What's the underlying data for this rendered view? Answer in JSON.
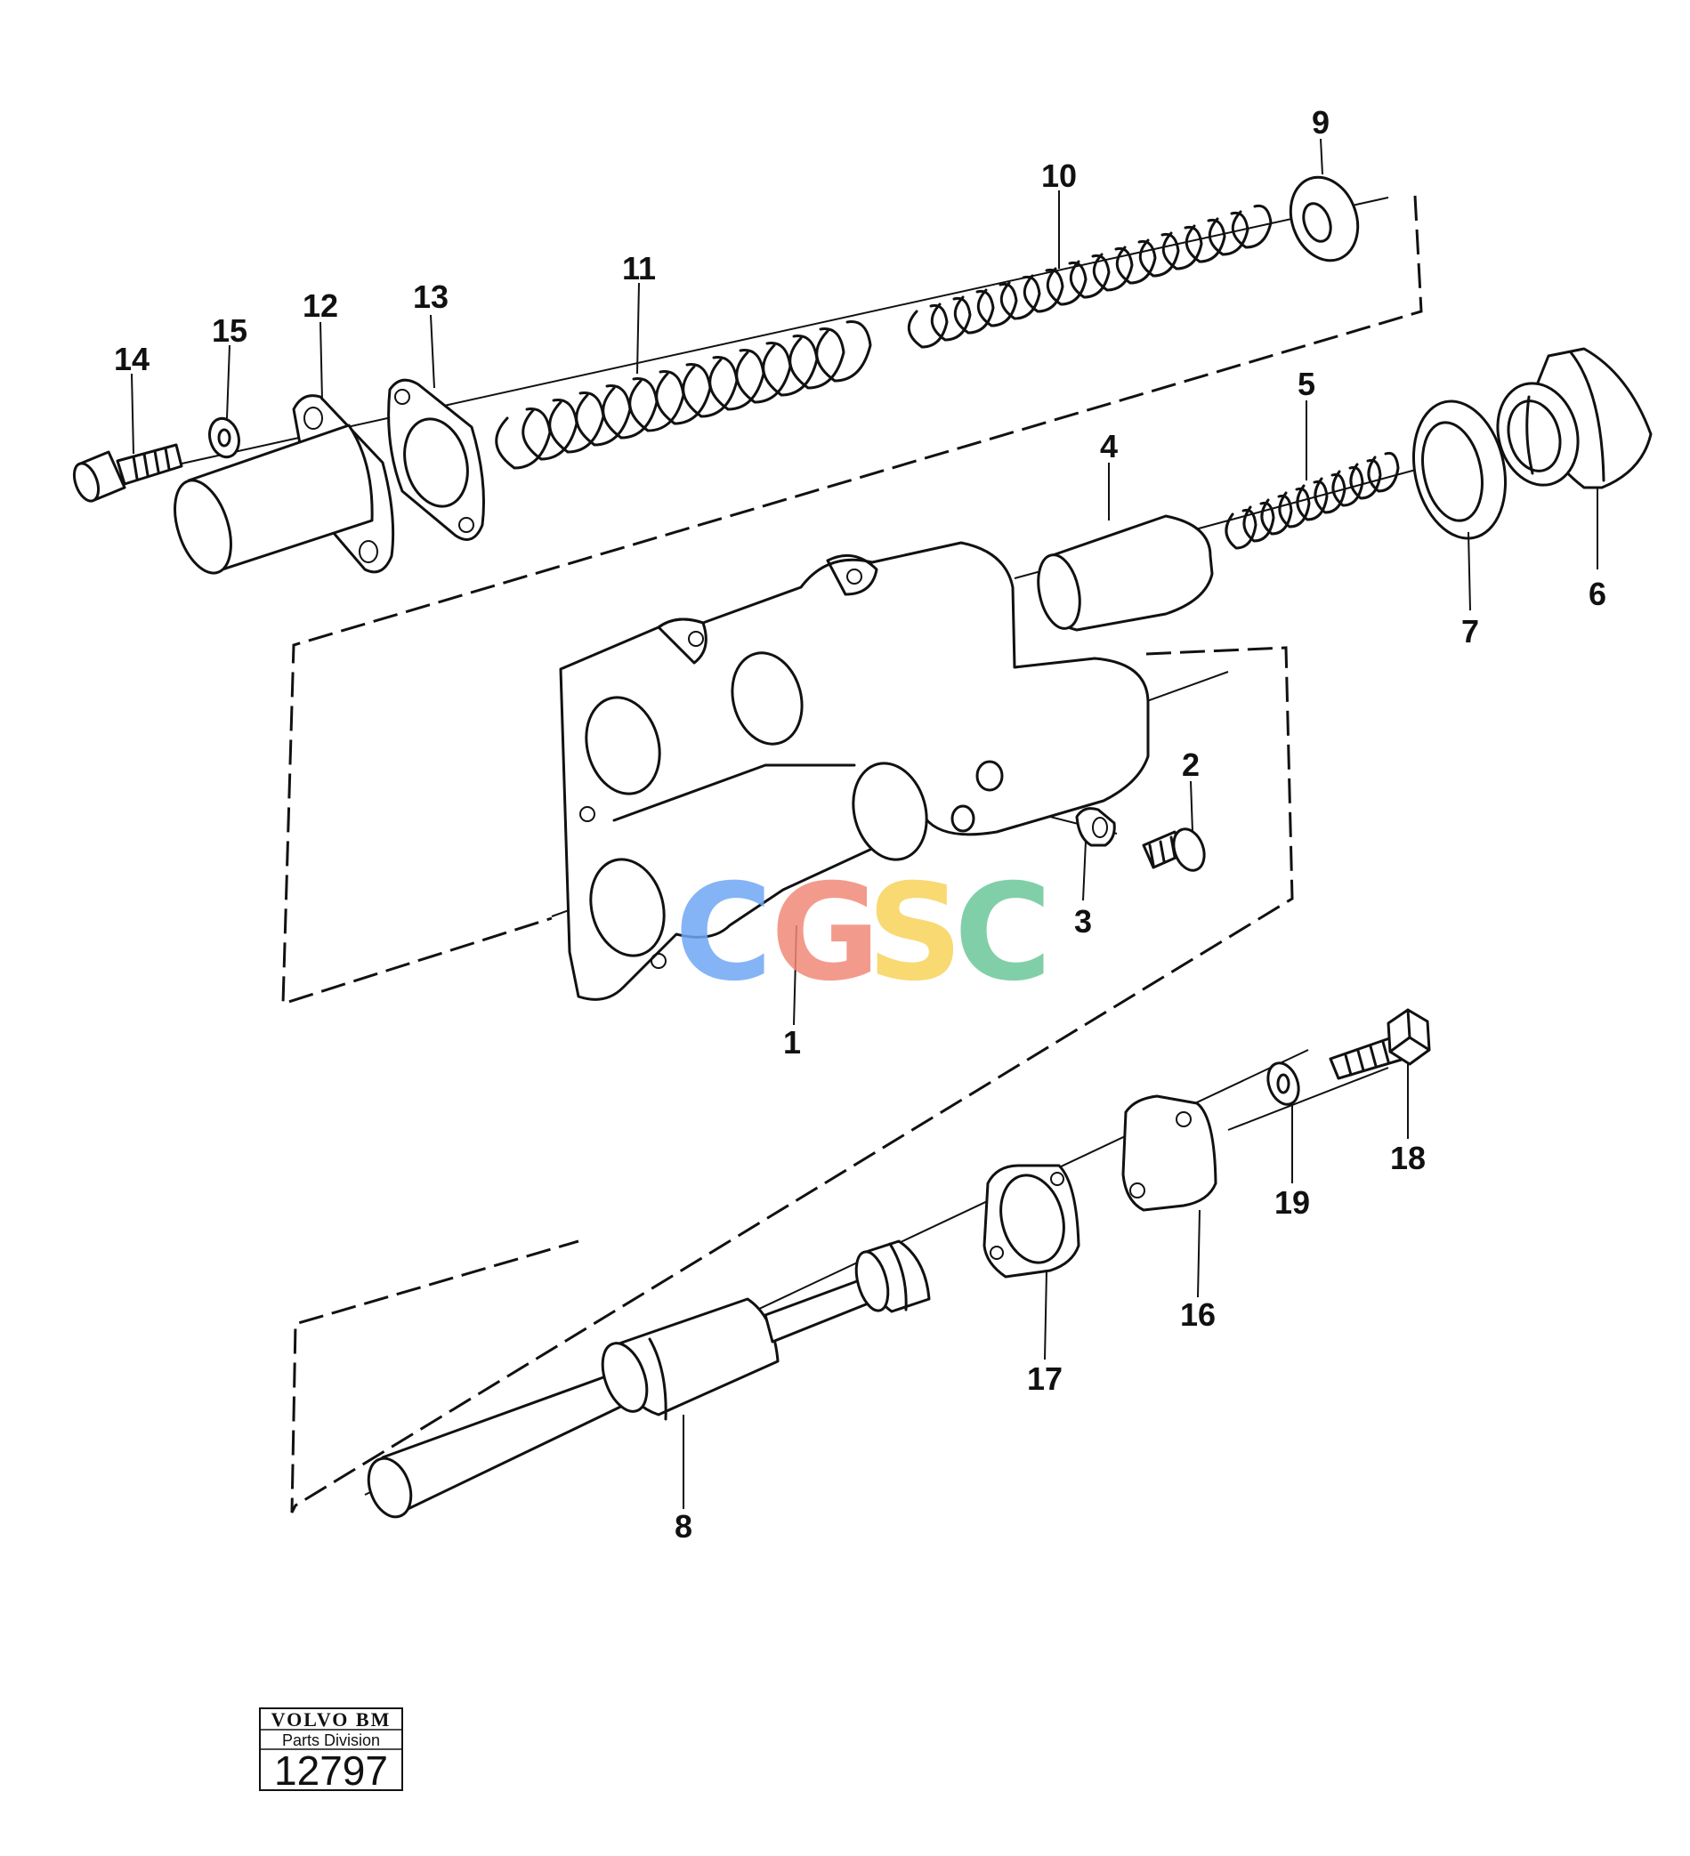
{
  "callouts": [
    {
      "id": "1",
      "label": "1"
    },
    {
      "id": "2",
      "label": "2"
    },
    {
      "id": "3",
      "label": "3"
    },
    {
      "id": "4",
      "label": "4"
    },
    {
      "id": "5",
      "label": "5"
    },
    {
      "id": "6",
      "label": "6"
    },
    {
      "id": "7",
      "label": "7"
    },
    {
      "id": "8",
      "label": "8"
    },
    {
      "id": "9",
      "label": "9"
    },
    {
      "id": "10",
      "label": "10"
    },
    {
      "id": "11",
      "label": "11"
    },
    {
      "id": "12",
      "label": "12"
    },
    {
      "id": "13",
      "label": "13"
    },
    {
      "id": "14",
      "label": "14"
    },
    {
      "id": "15",
      "label": "15"
    },
    {
      "id": "16",
      "label": "16"
    },
    {
      "id": "17",
      "label": "17"
    },
    {
      "id": "18",
      "label": "18"
    },
    {
      "id": "19",
      "label": "19"
    }
  ],
  "stamp": {
    "brand": "VOLVO BM",
    "division": "Parts Division",
    "number": "12797"
  },
  "watermark": {
    "letters": [
      "C",
      "G",
      "S",
      "C"
    ],
    "colors": [
      "#6fa8f5",
      "#f08a7a",
      "#f7d35a",
      "#6cc79a"
    ]
  },
  "colors": {
    "line": "#111111",
    "background": "#ffffff"
  }
}
